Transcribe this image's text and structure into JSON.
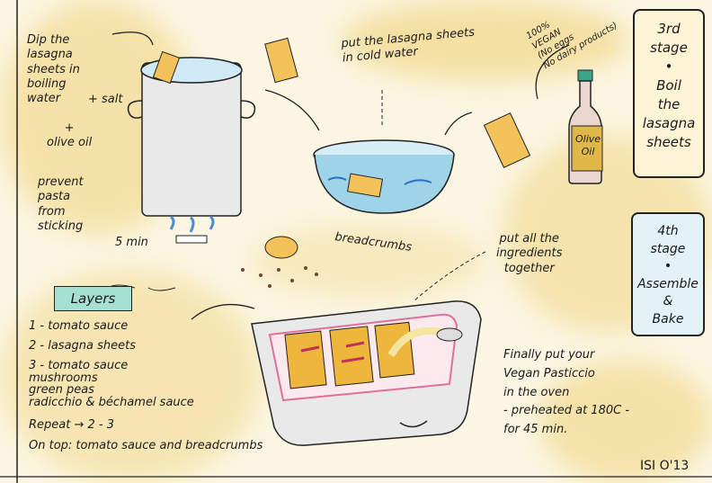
{
  "stage3": {
    "label": "3rd\nstage\n•\nBoil\nthe\nlasagna\nsheets"
  },
  "stage4": {
    "label": "4th\nstage\n•\nAssemble\n&\nBake"
  },
  "step_dip": "Dip the\nlasagna\nsheets in\nboiling\nwater",
  "salt": "+ salt",
  "plus_oil": "+\nolive oil",
  "prevent": "prevent\npasta\nfrom\nsticking",
  "time_boil": "5 min",
  "cold_water": "put the lasagna sheets\nin cold water",
  "vegan": "100%\nVEGAN\n(No eggs\nNo dairy products)",
  "oil_label": "Olive\nOil",
  "breadcrumbs": "breadcrumbs",
  "together": "put all the\ningredients\ntogether",
  "layers": {
    "title": "Layers",
    "items": [
      "1 -  tomato sauce",
      "2 -  lasagna sheets",
      "3 -  tomato sauce\n      mushrooms\n      green peas\n      radicchio & béchamel sauce"
    ],
    "repeat": "Repeat → 2 - 3",
    "on_top": "On top: tomato sauce and breadcrumbs"
  },
  "finally": "Finally put your\nVegan Pasticcio\nin the oven\n- preheated at 180C -\n  for 45 min.",
  "signature": "ISI O'13",
  "colors": {
    "paper": "#fbf6e2",
    "wash": "#f0d27a",
    "water": "#9fd3e8",
    "teal": "#a6e0d2",
    "ink": "#1a1a1a"
  }
}
